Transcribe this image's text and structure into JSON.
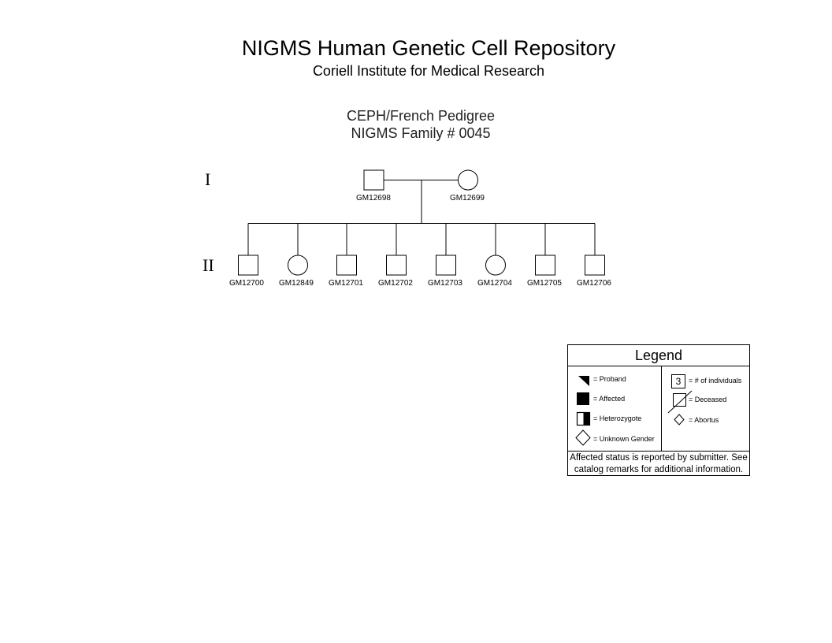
{
  "header": {
    "title": "NIGMS Human Genetic Cell Repository",
    "subtitle": "Coriell Institute for Medical Research"
  },
  "pedigree": {
    "title_line1": "CEPH/French Pedigree",
    "title_line2": "NIGMS Family # 0045",
    "generations": [
      "I",
      "II"
    ],
    "gen1": [
      {
        "id": "GM12698",
        "sex": "male"
      },
      {
        "id": "GM12699",
        "sex": "female"
      }
    ],
    "gen2": [
      {
        "id": "GM12700",
        "sex": "male"
      },
      {
        "id": "GM12849",
        "sex": "female"
      },
      {
        "id": "GM12701",
        "sex": "male"
      },
      {
        "id": "GM12702",
        "sex": "male"
      },
      {
        "id": "GM12703",
        "sex": "male"
      },
      {
        "id": "GM12704",
        "sex": "female"
      },
      {
        "id": "GM12705",
        "sex": "male"
      },
      {
        "id": "GM12706",
        "sex": "male"
      }
    ]
  },
  "legend": {
    "title": "Legend",
    "proband": "= Proband",
    "affected": "= Affected",
    "heterozygote": "= Heterozygote",
    "unknown_gender": "= Unknown Gender",
    "count_value": "3",
    "count_label": "= # of individuals",
    "deceased": "= Deceased",
    "abortus": "= Abortus",
    "footer_line1": "Affected status is reported by submitter. See",
    "footer_line2": "catalog remarks for additional information."
  }
}
